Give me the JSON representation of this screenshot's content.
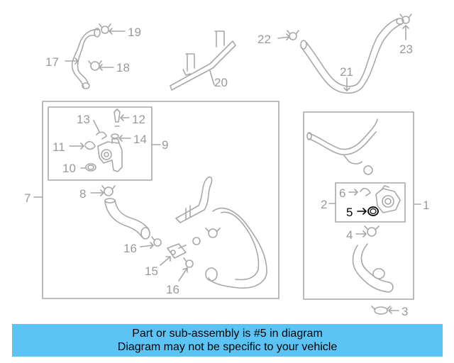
{
  "diagram": {
    "callouts": {
      "c1": "1",
      "c2": "2",
      "c3": "3",
      "c4": "4",
      "c5": "5",
      "c6": "6",
      "c7": "7",
      "c8": "8",
      "c9": "9",
      "c10": "10",
      "c11": "11",
      "c12": "12",
      "c13": "13",
      "c14": "14",
      "c15": "15",
      "c16a": "16",
      "c16b": "16",
      "c17": "17",
      "c18": "18",
      "c19": "19",
      "c20": "20",
      "c21": "21",
      "c22": "22",
      "c23": "23"
    },
    "highlighted_part": "5",
    "colors": {
      "line": "#a8a8a8",
      "highlight": "#000000",
      "banner": "#5bc4f5"
    }
  },
  "banner": {
    "line1": "Part or sub-assembly is #5 in diagram",
    "line2": "Diagram may not be specific to your vehicle"
  }
}
